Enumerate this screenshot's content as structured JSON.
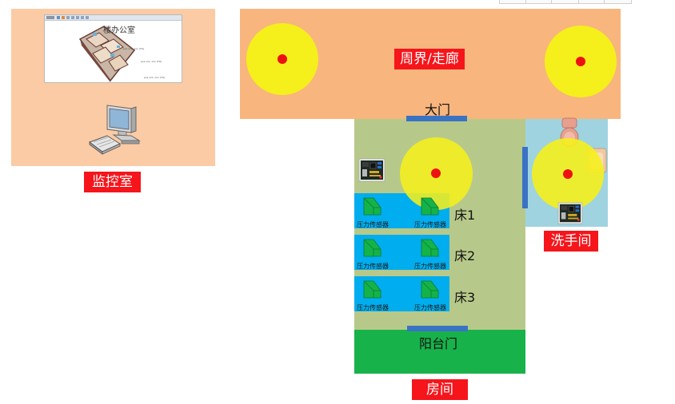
{
  "monitor_room": {
    "label": "监控室",
    "screen_title": "楼办公室",
    "screen_notes": [
      "pos xxx, xxx (TG)",
      "pos xxx, xxx (TG)",
      "pos xxx, xxx (TG)"
    ]
  },
  "corridor": {
    "label": "周界/走廊"
  },
  "main_door": {
    "label": "大门"
  },
  "room": {
    "label": "房间",
    "beds": [
      {
        "label": "床1",
        "sensors": [
          "压力传感器",
          "压力传感器"
        ]
      },
      {
        "label": "床2",
        "sensors": [
          "压力传感器",
          "压力传感器"
        ]
      },
      {
        "label": "床3",
        "sensors": [
          "压力传感器",
          "压力传感器"
        ]
      }
    ]
  },
  "balcony_door": {
    "label": "阳台门"
  },
  "bathroom": {
    "label": "洗手间"
  },
  "colors": {
    "monitor_bg": "#fbcba5",
    "corridor_bg": "#f8b57d",
    "room_bg": "#b7c98a",
    "bed_bg": "#00adee",
    "balcony_bg": "#18b24b",
    "bathroom_bg": "#9fd3e0",
    "door": "#3a72c4",
    "sensor_circle": "#f5ef1c",
    "sensor_dot": "#ee1111",
    "label_bg": "#f5151b",
    "pressure_icon": "#14b34a"
  }
}
